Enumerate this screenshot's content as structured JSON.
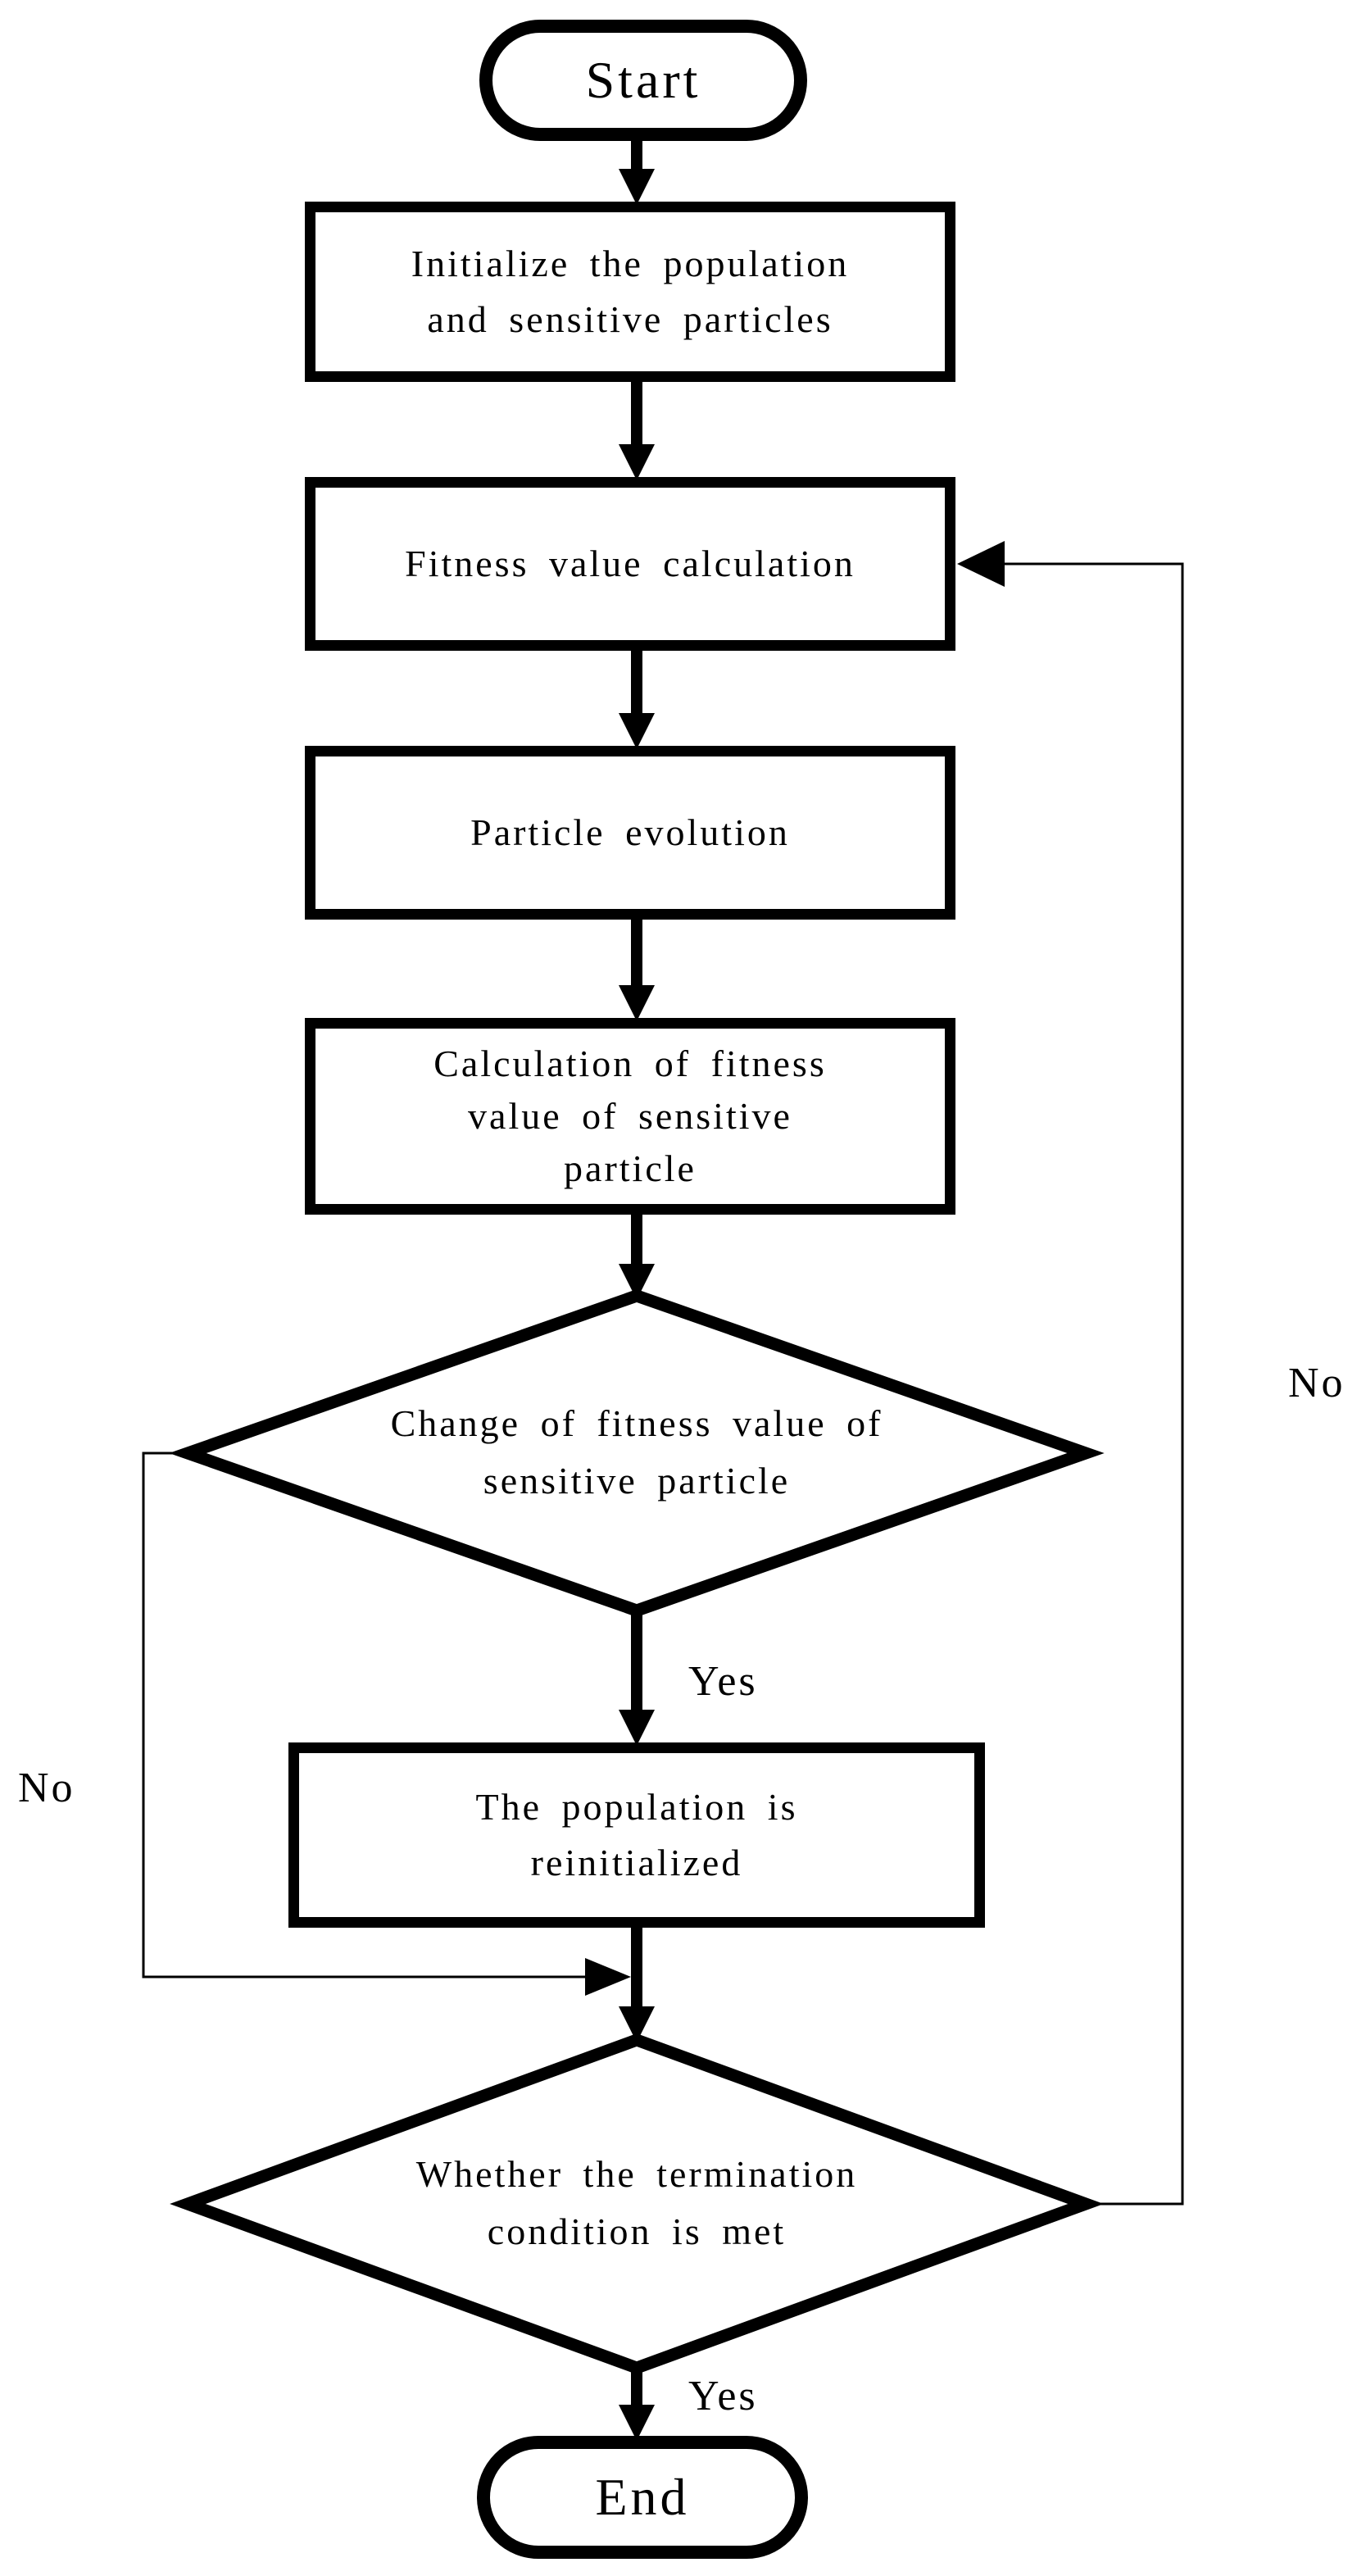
{
  "diagram": {
    "type": "flowchart",
    "background_color": "#ffffff",
    "stroke_color": "#000000",
    "nodes": {
      "start": {
        "shape": "stadium",
        "label": "Start"
      },
      "init": {
        "shape": "rect",
        "label": "Initialize the population and sensitive particles",
        "lines": [
          "Initialize the population",
          "and sensitive particles"
        ]
      },
      "fitness": {
        "shape": "rect",
        "label": "Fitness value calculation",
        "lines": [
          "Fitness value calculation"
        ]
      },
      "evolution": {
        "shape": "rect",
        "label": "Particle evolution",
        "lines": [
          "Particle evolution"
        ]
      },
      "calc_sensitive": {
        "shape": "rect",
        "label": "Calculation of fitness value of sensitive particle",
        "lines": [
          "Calculation of fitness",
          "value of sensitive",
          "particle"
        ]
      },
      "change_decision": {
        "shape": "diamond",
        "label": "Change of fitness value of sensitive particle",
        "lines": [
          "Change of fitness value of",
          "sensitive particle"
        ]
      },
      "reinit": {
        "shape": "rect",
        "label": "The population is reinitialized",
        "lines": [
          "The population is",
          "reinitialized"
        ]
      },
      "termination_decision": {
        "shape": "diamond",
        "label": "Whether the termination condition is met",
        "lines": [
          "Whether the termination",
          "condition is met"
        ]
      },
      "end": {
        "shape": "stadium",
        "label": "End"
      }
    },
    "edge_labels": {
      "change_yes": "Yes",
      "change_no": "No",
      "termination_yes": "Yes",
      "termination_no": "No"
    },
    "edges": [
      {
        "from": "start",
        "to": "init",
        "label": ""
      },
      {
        "from": "init",
        "to": "fitness",
        "label": ""
      },
      {
        "from": "fitness",
        "to": "evolution",
        "label": ""
      },
      {
        "from": "evolution",
        "to": "calc_sensitive",
        "label": ""
      },
      {
        "from": "calc_sensitive",
        "to": "change_decision",
        "label": ""
      },
      {
        "from": "change_decision",
        "to": "reinit",
        "label": "Yes"
      },
      {
        "from": "change_decision",
        "to": "termination_decision",
        "label": "No"
      },
      {
        "from": "reinit",
        "to": "termination_decision",
        "label": ""
      },
      {
        "from": "termination_decision",
        "to": "end",
        "label": "Yes"
      },
      {
        "from": "termination_decision",
        "to": "fitness",
        "label": "No"
      }
    ]
  }
}
